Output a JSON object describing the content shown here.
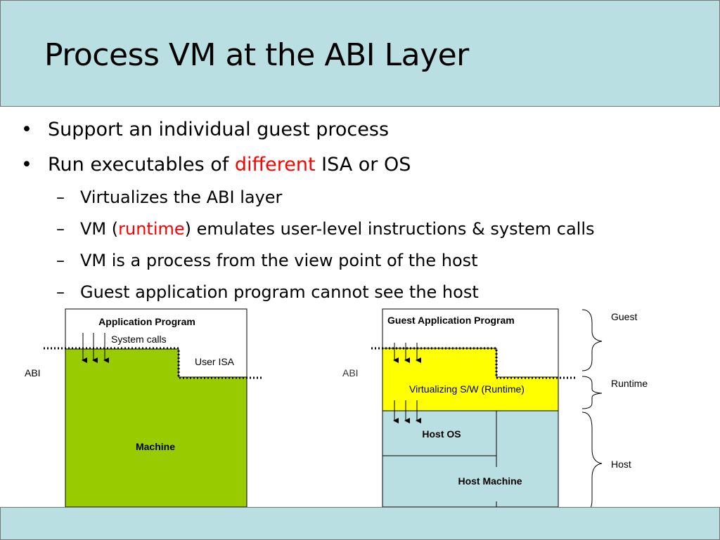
{
  "slide": {
    "title": "Process VM at the ABI Layer",
    "bullets": [
      {
        "text": "Support an individual guest process"
      },
      {
        "pre": "Run executables of ",
        "highlight": "different",
        "post": " ISA or OS"
      }
    ],
    "subbullets": [
      {
        "text": "Virtualizes the ABI layer"
      },
      {
        "pre": "VM (",
        "highlight": "runtime",
        "post": ") emulates user-level instructions & system calls"
      },
      {
        "text": "VM is a process from the view point of the host"
      },
      {
        "text": "Guest application program cannot see the host"
      }
    ],
    "bullet_mark": "•",
    "dash_mark": "–"
  },
  "diagram_left": {
    "app_label": "Application Program",
    "syscalls_label": "System calls",
    "user_isa_label": "User ISA",
    "abi_label": "ABI",
    "machine_label": "Machine"
  },
  "diagram_right": {
    "guest_app_label": "Guest Application Program",
    "runtime_label": "Virtualizing S/W (Runtime)",
    "host_os_label": "Host OS",
    "host_machine_label": "Host Machine",
    "abi_label": "ABI",
    "brace_guest": "Guest",
    "brace_runtime": "Runtime",
    "brace_host": "Host"
  },
  "colors": {
    "header_bg": "#b9dfe2",
    "machine_green": "#99cc00",
    "runtime_yellow": "#ffff00",
    "host_blue": "#b9dfe2",
    "highlight_red": "#ff0000"
  }
}
